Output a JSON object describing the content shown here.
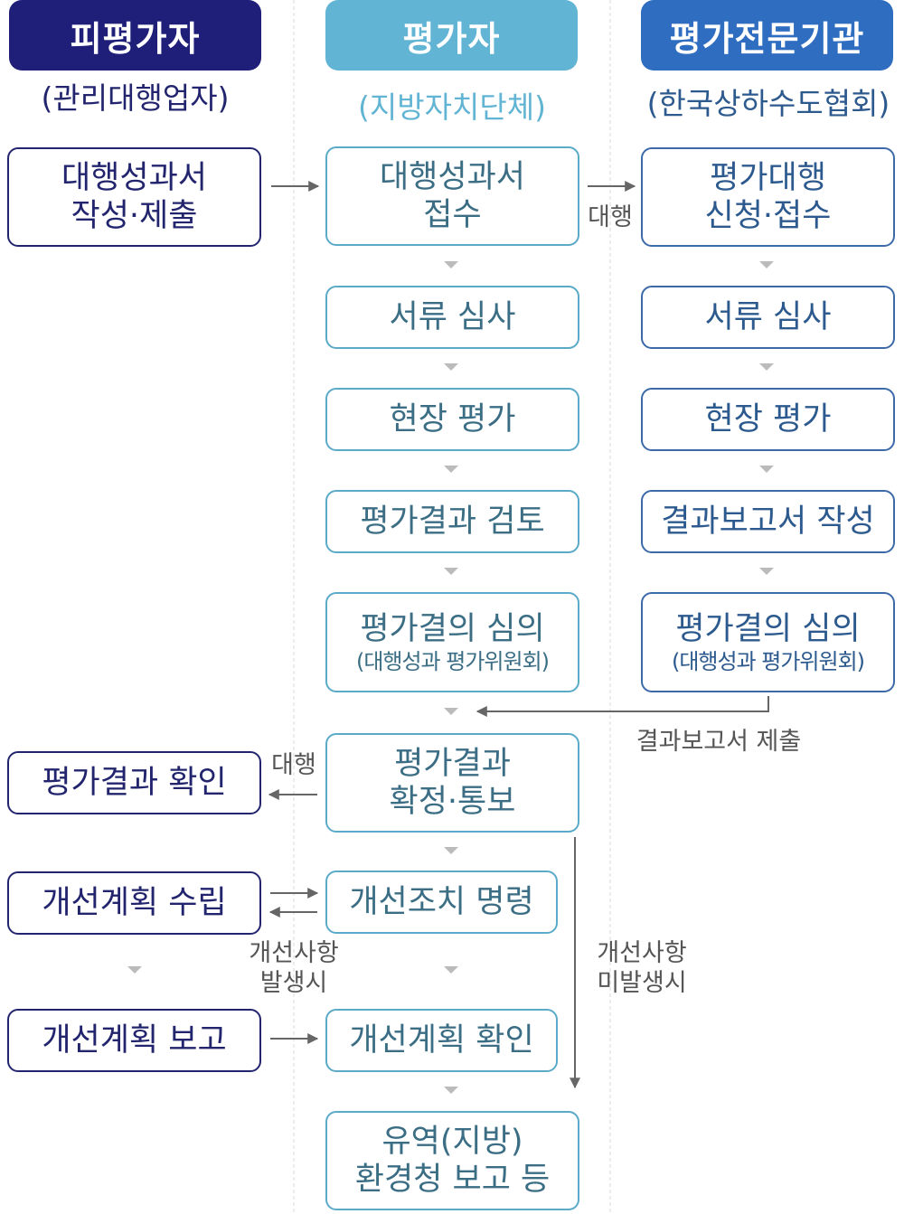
{
  "headers": {
    "left": {
      "title": "피평가자",
      "subtitle": "(관리대행업자)"
    },
    "center": {
      "title": "평가자",
      "subtitle": "(지방자치단체)"
    },
    "right": {
      "title": "평가전문기관",
      "subtitle": "(한국상하수도협회)"
    }
  },
  "left_boxes": {
    "submit": {
      "line1": "대행성과서",
      "line2": "작성·제출"
    },
    "confirm": "평가결과 확인",
    "plan": "개선계획 수립",
    "report": "개선계획 보고"
  },
  "center_boxes": {
    "receive": {
      "line1": "대행성과서",
      "line2": "접수"
    },
    "doc_review": "서류 심사",
    "field_eval": "현장 평가",
    "result_review": "평가결과 검토",
    "deliberation": {
      "line1": "평가결의 심의",
      "line2": "(대행성과 평가위원회)"
    },
    "finalize": {
      "line1": "평가결과",
      "line2": "확정·통보"
    },
    "order": "개선조치 명령",
    "plan_check": "개선계획 확인",
    "final_report": {
      "line1": "유역(지방)",
      "line2": "환경청 보고 등"
    }
  },
  "right_boxes": {
    "apply": {
      "line1": "평가대행",
      "line2": "신청·접수"
    },
    "doc_review": "서류 심사",
    "field_eval": "현장 평가",
    "write_report": "결과보고서 작성",
    "deliberation": {
      "line1": "평가결의 심의",
      "line2": "(대행성과 평가위원회)"
    }
  },
  "labels": {
    "proxy_top": "대행",
    "proxy_mid": "대행",
    "report_submit": "결과보고서 제출",
    "improve_yes": {
      "line1": "개선사항",
      "line2": "발생시"
    },
    "improve_no": {
      "line1": "개선사항",
      "line2": "미발생시"
    }
  },
  "colors": {
    "left_header": "#1f1f7a",
    "center_header": "#62b4d4",
    "right_header": "#2f6dc0",
    "center_subtitle": "#62b4d4"
  }
}
